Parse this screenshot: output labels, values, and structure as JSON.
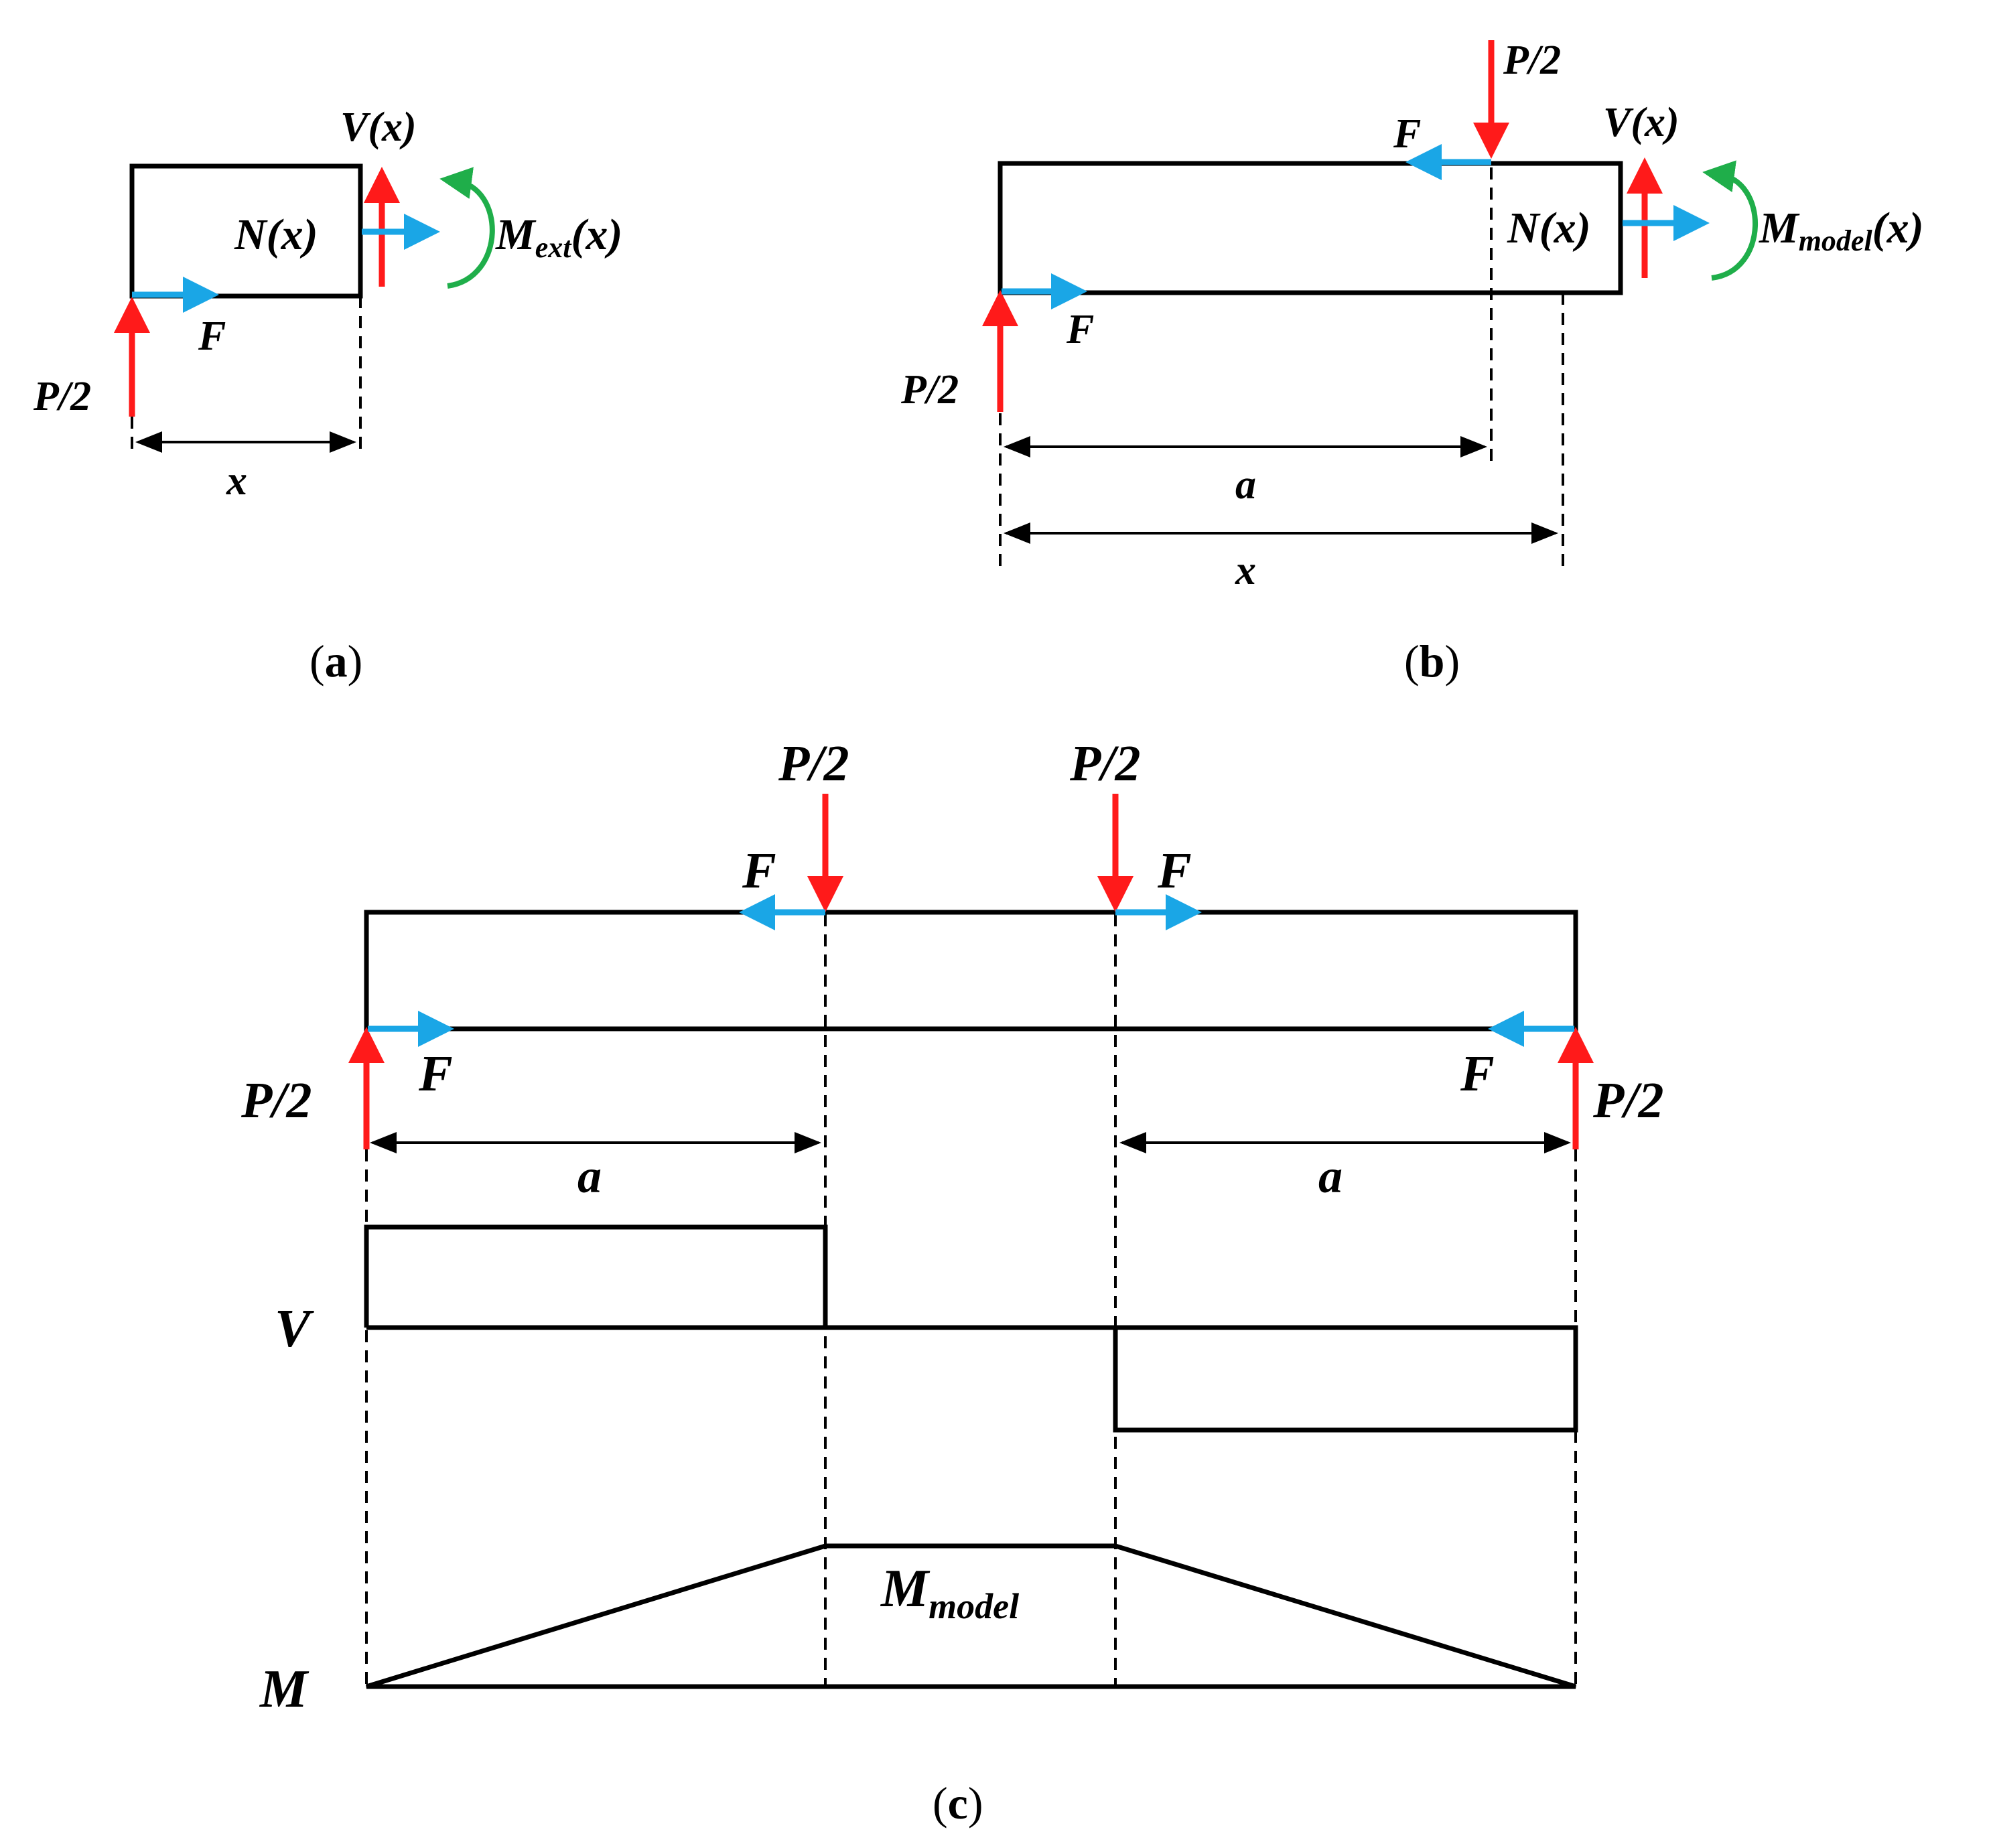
{
  "panel_a": {
    "caption_open": "(",
    "caption_letter": "a",
    "caption_close": ")",
    "load": "P/2",
    "axial_force": "F",
    "shear": "V(x)",
    "normal": "N(x)",
    "moment_main": "M",
    "moment_sub": "ext",
    "moment_tail": "(x)",
    "dim_x": "x"
  },
  "panel_b": {
    "caption_open": "(",
    "caption_letter": "b",
    "caption_close": ")",
    "load_top": "P/2",
    "load_left": "P/2",
    "force_top": "F",
    "force_bottom": "F",
    "shear": "V(x)",
    "normal": "N(x)",
    "moment_main": "M",
    "moment_sub": "model",
    "moment_tail": "(x)",
    "dim_a": "a",
    "dim_x": "x"
  },
  "panel_c": {
    "caption_open": "(",
    "caption_letter": "c",
    "caption_close": ")",
    "load_top_left": "P/2",
    "load_top_right": "P/2",
    "load_left": "P/2",
    "load_right": "P/2",
    "force_top_left": "F",
    "force_top_right": "F",
    "force_bottom_left": "F",
    "force_bottom_right": "F",
    "dim_a_left": "a",
    "dim_a_right": "a",
    "shear_label": "V",
    "moment_label": "M",
    "moment_mid_main": "M",
    "moment_mid_sub": "model"
  },
  "colors": {
    "load_arrow": "#ff1a1a",
    "axial_arrow": "#1aa6e6",
    "moment_arrow": "#1fae4a",
    "outline": "#000000"
  }
}
